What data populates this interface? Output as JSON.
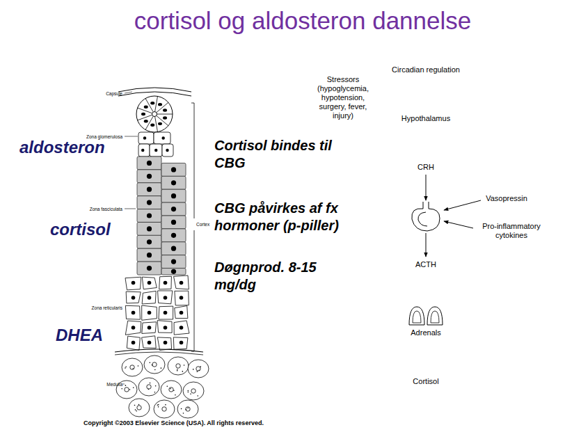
{
  "diagram": {
    "title": "cortisol og aldosteron dannelse",
    "nodes": [
      {
        "text": [
          "Stressors (hypoglycemia, hypotension, surgery, fever, injury)"
        ]
      },
      {
        "text": [
          "Circadian regulation"
        ]
      },
      {
        "text": [
          "Hypothalamus"
        ]
      },
      {
        "text": [
          "CRH"
        ]
      },
      {
        "text": [
          "Vasopressin"
        ]
      },
      {
        "text": [
          "Pro-inflammatory cytokines"
        ]
      },
      {
        "text": [
          "ACTH"
        ]
      },
      {
        "text": [
          "Adrenals"
        ]
      },
      {
        "text": [
          "Cortisol"
        ]
      }
    ],
    "edges": [
      {
        "from": 1,
        "to": 2,
        "arrow": "to"
      },
      {
        "from": 0,
        "to": 2,
        "arrow": "to"
      },
      {
        "from": 2,
        "to": 3,
        "arrow": "to"
      },
      {
        "from": 6,
        "to": 7,
        "arrow": "to"
      },
      {
        "from": 7,
        "to": 8,
        "arrow": "to"
      },
      {
        "from": 8,
        "to": 3,
        "label": "–",
        "arrow": "to"
      },
      {
        "from": 8,
        "to": 6,
        "label": "–",
        "arrow": "to"
      }
    ],
    "labels": [
      "Capsule",
      "Zona glomerulosa",
      "Zona fasciculata",
      "Cortex",
      "Zona reticularis",
      "Medulla",
      "aldosteron",
      "cortisol",
      "DHEA",
      "Cortisol bindes til CBG",
      "CBG påvirkes af fx hormoner (p-piller)",
      "Døgnprod. 8-15 mg/dg",
      "Copyright ©2003 Elsevier Science (USA). All rights reserved."
    ]
  }
}
